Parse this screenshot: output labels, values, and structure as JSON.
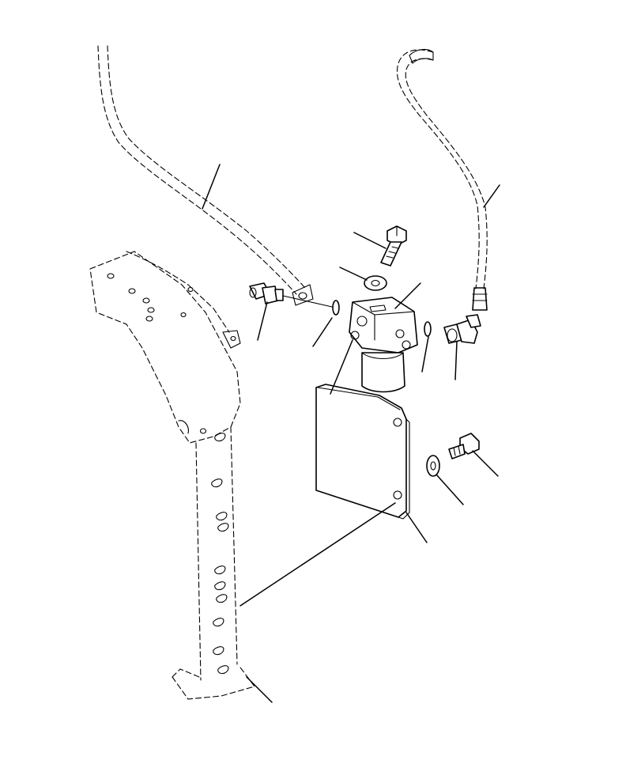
{
  "diagram": {
    "type": "exploded-parts-view",
    "parts": [
      {
        "id": "hose-left",
        "icon": "hose"
      },
      {
        "id": "hose-right",
        "icon": "hose"
      },
      {
        "id": "bolt-top",
        "icon": "hex-bolt"
      },
      {
        "id": "washer-top",
        "icon": "washer"
      },
      {
        "id": "filter-head",
        "icon": "filter-housing"
      },
      {
        "id": "filter-element",
        "icon": "filter-cartridge"
      },
      {
        "id": "connector-left",
        "icon": "straight-fitting"
      },
      {
        "id": "o-ring-left",
        "icon": "o-ring"
      },
      {
        "id": "o-ring-right",
        "icon": "o-ring"
      },
      {
        "id": "elbow-right",
        "icon": "elbow-fitting"
      },
      {
        "id": "mounting-plate",
        "icon": "bracket-plate"
      },
      {
        "id": "washer-right",
        "icon": "washer"
      },
      {
        "id": "bolt-right",
        "icon": "hex-bolt"
      },
      {
        "id": "frame-bracket",
        "icon": "frame-member"
      }
    ],
    "callout_count": 14
  }
}
